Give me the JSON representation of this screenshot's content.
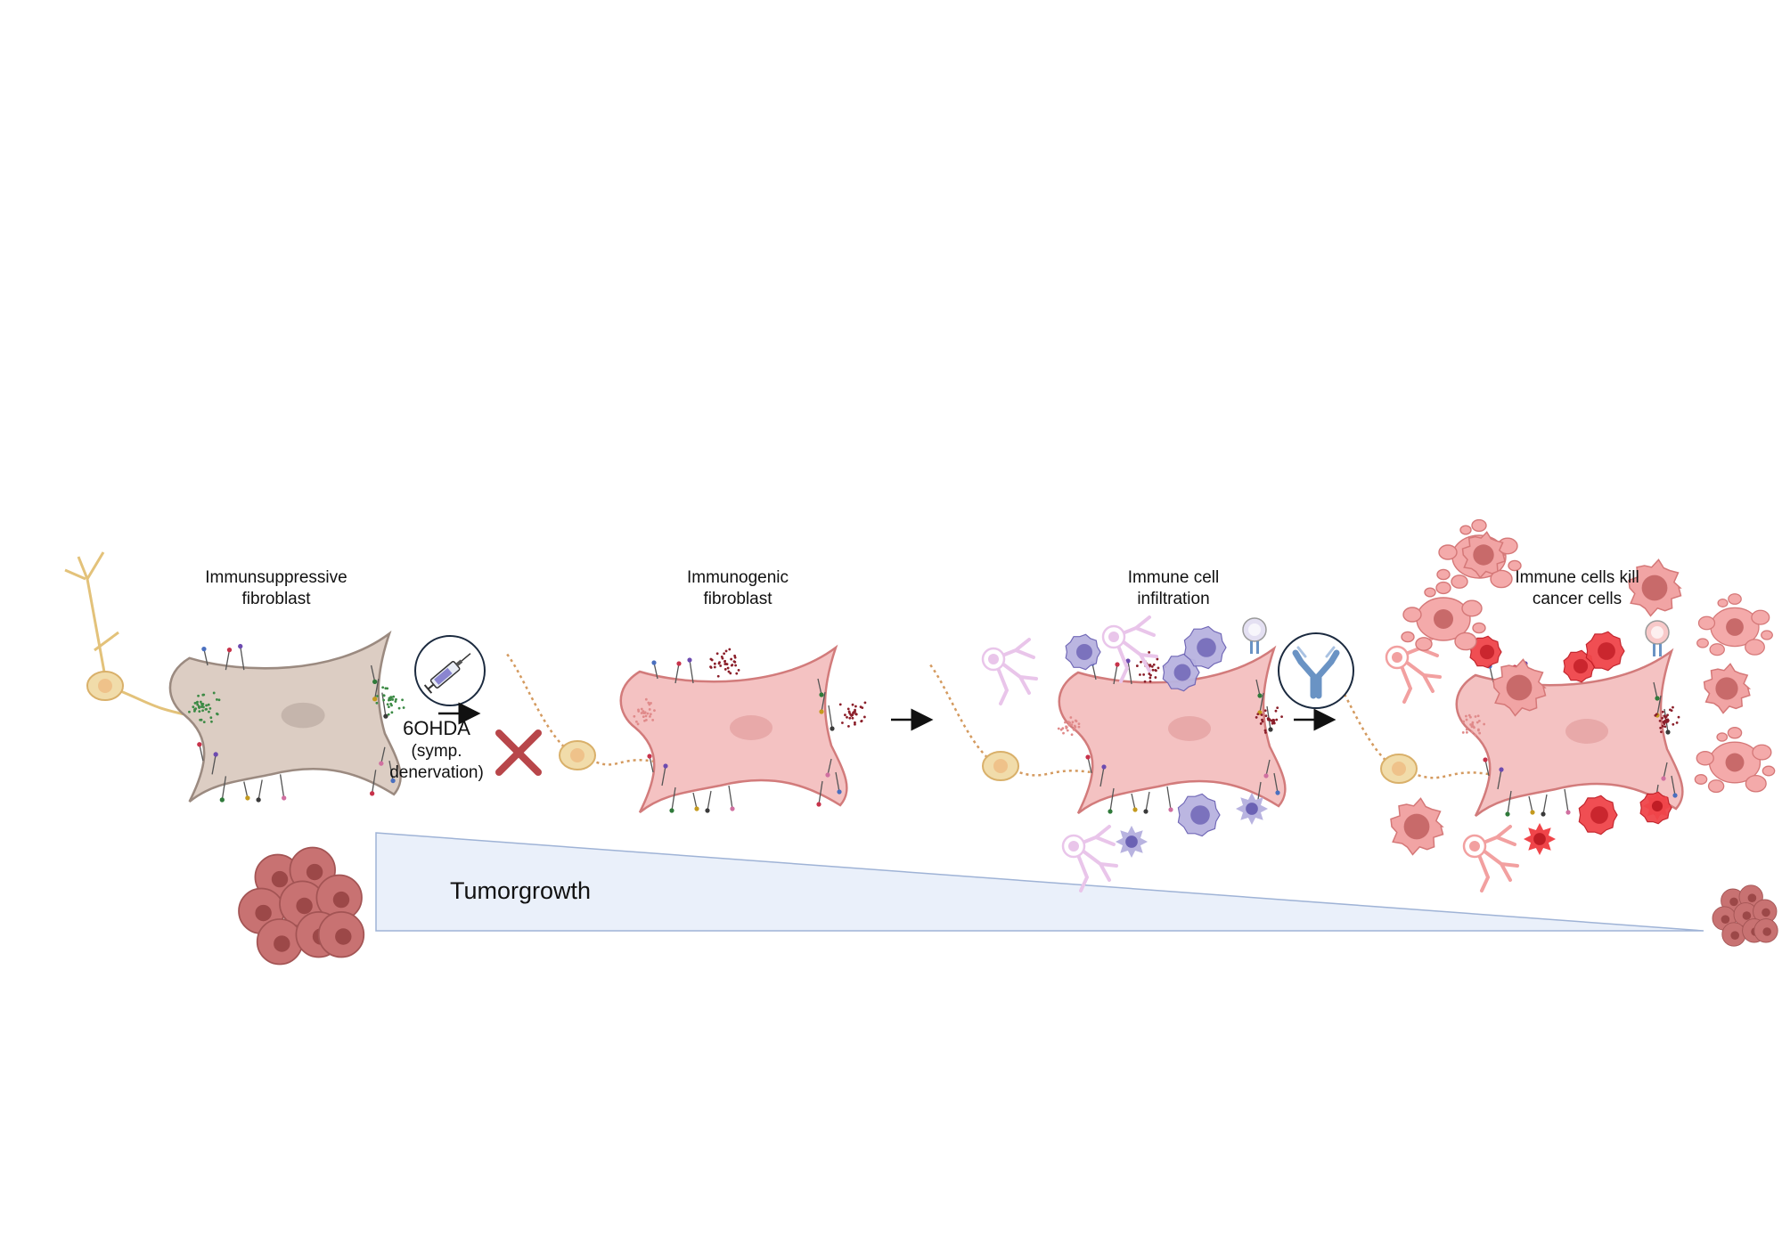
{
  "stages": [
    {
      "label_line1": "Immunsuppressive",
      "label_line2": "fibroblast"
    },
    {
      "label_line1": "Immunogenic",
      "label_line2": "fibroblast"
    },
    {
      "label_line1": "Immune cell",
      "label_line2": "infiltration"
    },
    {
      "label_line1": "Immune cells kill",
      "label_line2": "cancer cells"
    }
  ],
  "treatment": {
    "drug": "6OHDA",
    "note_line1": "(symp.",
    "note_line2": "denervation)"
  },
  "gradient": {
    "label": "Tumorgrowth"
  },
  "icons": [
    "neuron-icon",
    "fibroblast-icon",
    "syringe-icon",
    "cross-icon",
    "arrow-icon",
    "antibody-icon",
    "t-cell-icon",
    "dendritic-cell-icon",
    "macrophage-icon",
    "cancer-cell-icon",
    "tumor-cluster-icon"
  ],
  "colors": {
    "fibroblast_suppressive": "#dccdc3",
    "fibroblast_immunogenic": "#f4c2c2",
    "neuron": "#f1dcaa",
    "immune_purple": "#b8b3e0",
    "immune_pink": "#e9c5ea",
    "cancer_pink": "#e69393",
    "killer_red": "#f0454a",
    "gradient_fill": "#eaf0fa",
    "cross": "#b8464a"
  }
}
